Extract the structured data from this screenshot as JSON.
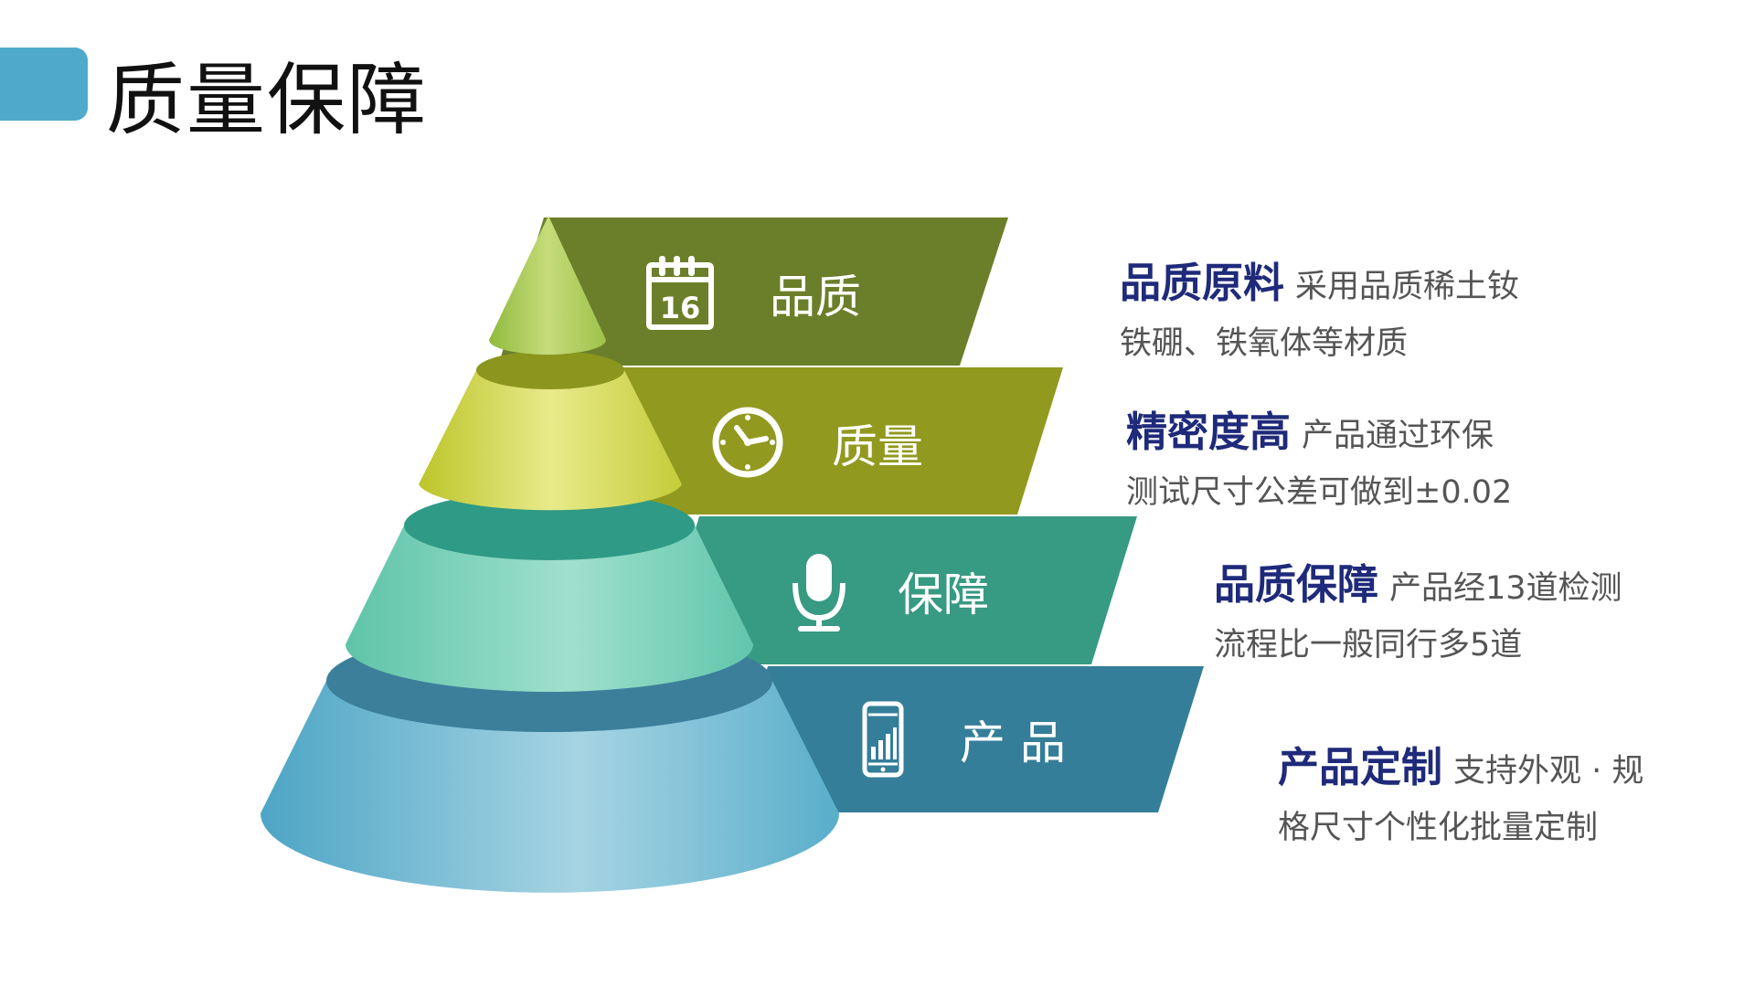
{
  "page": {
    "title": "质量保障"
  },
  "colors": {
    "title_tab": "#4faac9",
    "heading_text": "#1f2a7a",
    "body_text": "#555555",
    "tier_1": "#6b7f2a",
    "tier_2": "#92991f",
    "tier_3": "#379a83",
    "tier_4": "#347e99"
  },
  "tiers": [
    {
      "label": "品质",
      "icon": "calendar-icon",
      "icon_text": "16"
    },
    {
      "label": "质量",
      "icon": "clock-icon"
    },
    {
      "label": "保障",
      "icon": "microphone-icon"
    },
    {
      "label": "产 品",
      "icon": "phone-chart-icon"
    }
  ],
  "descriptions": [
    {
      "heading": "品质原料",
      "line1": "采用品质稀土钕",
      "line2": "铁硼、铁氧体等材质"
    },
    {
      "heading": "精密度高",
      "line1": "产品通过环保",
      "line2": "测试尺寸公差可做到±0.02"
    },
    {
      "heading": "品质保障",
      "line1": "产品经13道检测",
      "line2": "流程比一般同行多5道"
    },
    {
      "heading": "产品定制",
      "line1": "支持外观 · 规",
      "line2": "格尺寸个性化批量定制"
    }
  ]
}
